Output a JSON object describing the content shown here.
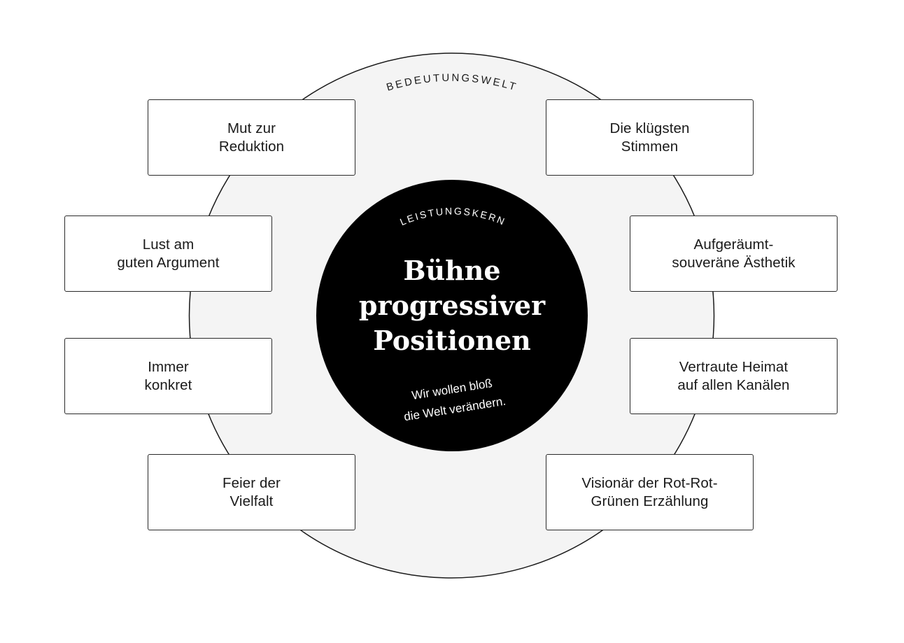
{
  "diagram": {
    "outer_ring": {
      "label": "BEDEUTUNGSWELT",
      "fill": "#f4f4f4",
      "stroke": "#1a1a1a"
    },
    "core": {
      "label": "LEISTUNGSKERN",
      "title": "Bühne\nprogressiver\nPositionen",
      "tagline_line1": "Wir wollen bloß",
      "tagline_line2": "die Welt verändern.",
      "fill": "#000000",
      "text_color": "#ffffff"
    },
    "values": [
      {
        "text": "Mut zur\nReduktion"
      },
      {
        "text": "Die klügsten\nStimmen"
      },
      {
        "text": "Lust am\nguten Argument"
      },
      {
        "text": "Aufgeräumt-\nsouveräne Ästhetik"
      },
      {
        "text": "Immer\nkonkret"
      },
      {
        "text": "Vertraute Heimat\nauf allen Kanälen"
      },
      {
        "text": "Feier der\nVielfalt"
      },
      {
        "text": "Visionär der Rot-Rot-\nGrünen Erzählung"
      }
    ]
  }
}
